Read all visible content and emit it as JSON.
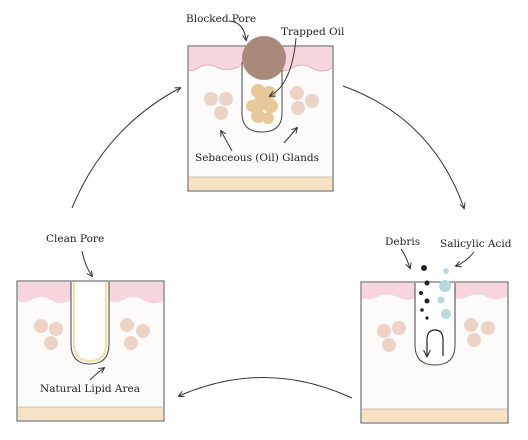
{
  "labels": {
    "blocked_pore": "Blocked Pore",
    "trapped_oil": "Trapped Oil",
    "sebaceous_glands": "Sebaceous (Oil) Glands",
    "debris": "Debris",
    "salicylic_acid": "Salicylic Acid",
    "clean_pore": "Clean Pore",
    "natural_lipid_area": "Natural Lipid Area"
  },
  "colors": {
    "skin_surface": "#f6d6dc",
    "skin_body": "#fdfafa",
    "base_layer": "#f8e2c4",
    "border": "#4a4a4a",
    "gland_cell": "#ecd3c6",
    "plug": "#a98a7a",
    "trapped_oil": "#e8c897",
    "debris": "#222222",
    "salicylic_acid": "#b8d8de",
    "lipid_lining": "#efe1a8"
  }
}
